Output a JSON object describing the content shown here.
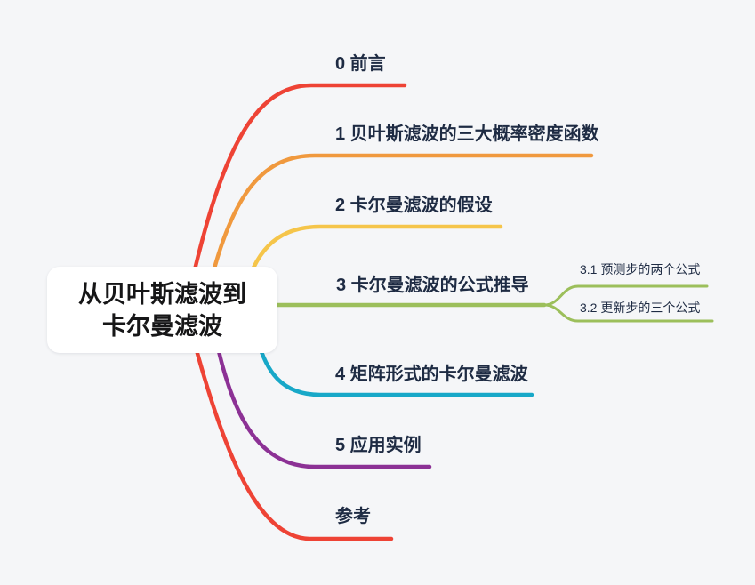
{
  "palette": {
    "background": "#f5f6f8",
    "branch_text": "#1e2b43",
    "central_text": "#161617",
    "central_bg": "#ffffff"
  },
  "central_topic": {
    "line1": "从贝叶斯滤波到",
    "line2": "卡尔曼滤波"
  },
  "branches": [
    {
      "label": "0 前言",
      "color": "#ee4335"
    },
    {
      "label": "1 贝叶斯滤波的三大概率密度函数",
      "color": "#f0993e"
    },
    {
      "label": "2 卡尔曼滤波的假设",
      "color": "#f5c54a"
    },
    {
      "label": "3 卡尔曼滤波的公式推导",
      "color": "#9cbf5b",
      "children": [
        {
          "label": "3.1 预测步的两个公式",
          "color": "#9cbf5b"
        },
        {
          "label": "3.2 更新步的三个公式",
          "color": "#9cbf5b"
        }
      ]
    },
    {
      "label": "4 矩阵形式的卡尔曼滤波",
      "color": "#18a8c8"
    },
    {
      "label": "5 应用实例",
      "color": "#8c3195"
    },
    {
      "label": "参考",
      "color": "#ee4335"
    }
  ]
}
